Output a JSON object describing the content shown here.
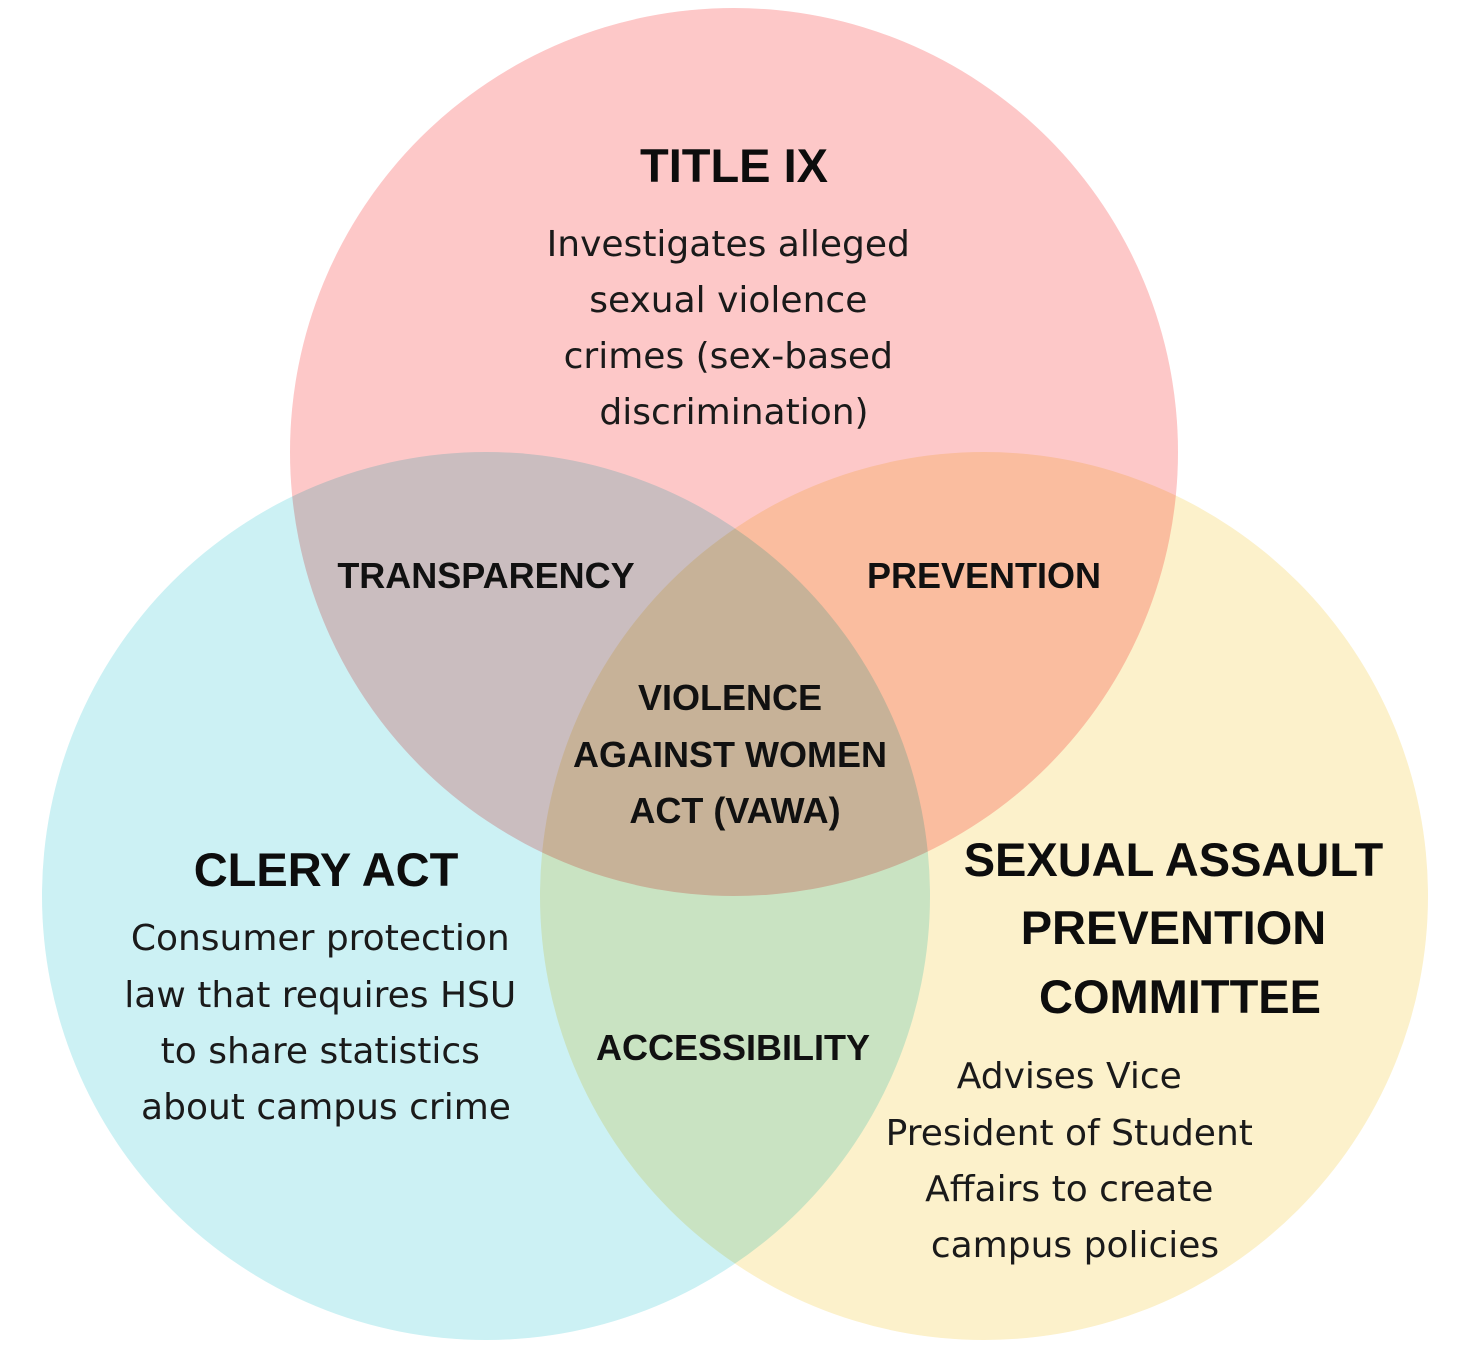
{
  "colors": {
    "title_ix": "#fdc8c8",
    "clery_act": "#ccf1f4",
    "sapc": "#fcf1cb",
    "background": "#ffffff"
  },
  "title_ix": {
    "title": "TITLE IX",
    "description": [
      "Investigates alleged",
      "sexual violence",
      "crimes (sex-based",
      "discrimination)"
    ]
  },
  "clery_act": {
    "title": "CLERY ACT",
    "description": [
      "Consumer protection",
      "law that requires HSU",
      "to share statistics",
      "about campus crime"
    ]
  },
  "sapc": {
    "title": [
      "SEXUAL ASSAULT",
      "PREVENTION",
      "COMMITTEE"
    ],
    "description": [
      "Advises Vice",
      "President of Student",
      "Affairs to create",
      "campus policies"
    ]
  },
  "overlaps": {
    "title_ix_clery": "TRANSPARENCY",
    "title_ix_sapc": "PREVENTION",
    "clery_sapc": "ACCESSIBILITY",
    "center": [
      "VIOLENCE",
      "AGAINST WOMEN",
      "ACT (VAWA)"
    ]
  }
}
